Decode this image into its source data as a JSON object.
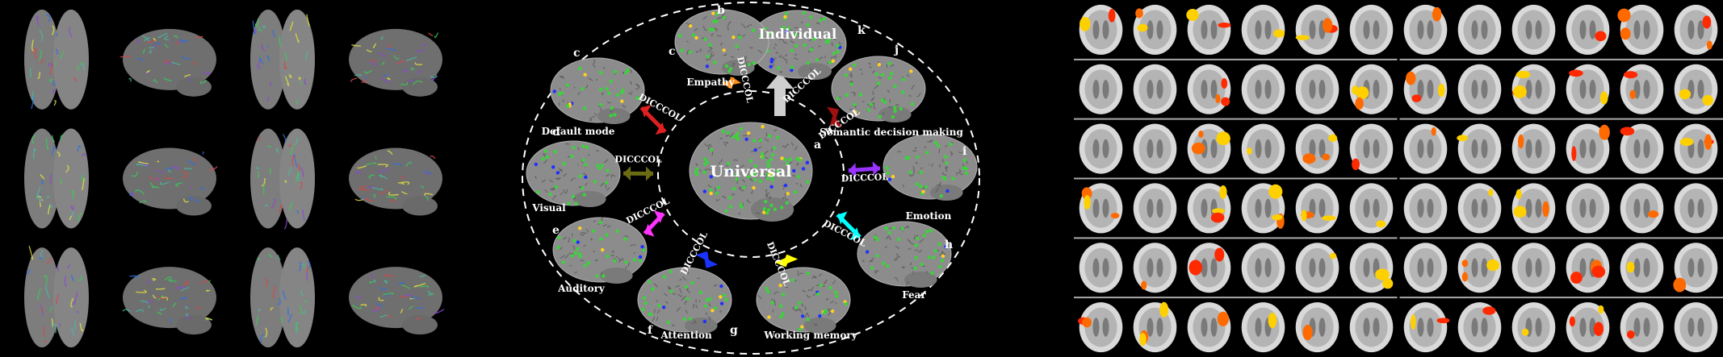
{
  "left_panel": {
    "rows": 3,
    "views_per_row": 4
  },
  "diagram": {
    "center": {
      "letter": "a",
      "title": "Universal"
    },
    "top": {
      "letter": "b",
      "title": "Individual",
      "side_letter": "k"
    },
    "connector_label": "DICCCOL",
    "nodes": [
      {
        "letter": "c",
        "label": "Empathy",
        "arrow_color": "#ff8c1a"
      },
      {
        "letter": "c",
        "label": "Default mode",
        "arrow_color": "#e02020"
      },
      {
        "letter": "d",
        "label": "Visual",
        "arrow_color": "#6b6b14"
      },
      {
        "letter": "e",
        "label": "Auditory",
        "arrow_color": "#ff33ff"
      },
      {
        "letter": "f",
        "label": "Attention",
        "arrow_color": "#1a33ff"
      },
      {
        "letter": "g",
        "label": "Working memory",
        "arrow_color": "#ffff00"
      },
      {
        "letter": "h",
        "label": "Fear",
        "arrow_color": "#00ffff"
      },
      {
        "letter": "i",
        "label": "Emotion",
        "arrow_color": "#9933ff"
      },
      {
        "letter": "j",
        "label": "Semantic decision making",
        "arrow_color": "#a01010"
      }
    ]
  },
  "right_panel": {
    "rows": 6,
    "cols": 12
  },
  "colors": {
    "background": "#000000",
    "dashed_ring": "#ffffff",
    "brain_surface": "#8c8c8c",
    "activation": "#ff2a00"
  }
}
